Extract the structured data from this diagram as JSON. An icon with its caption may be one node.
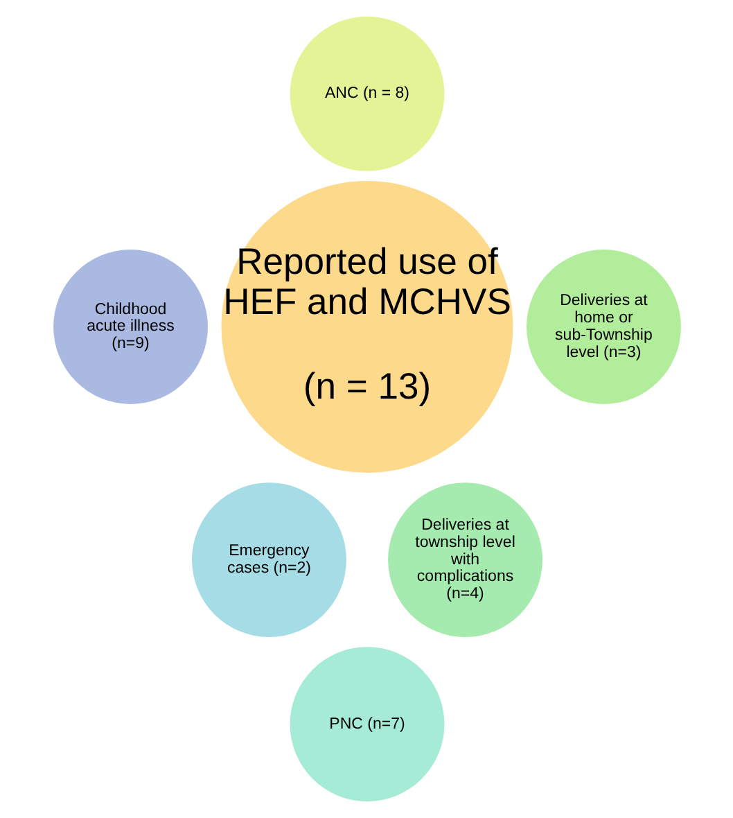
{
  "diagram": {
    "nodes": [
      {
        "text": [
          "Reported use of HEF and MCHVS",
          "(n = 13)"
        ]
      },
      {
        "text": [
          "ANC (n = 8)"
        ]
      },
      {
        "text": [
          "Deliveries at home or sub-Township level (n=3)"
        ]
      },
      {
        "text": [
          "Deliveries at township level with complications (n=4)"
        ]
      },
      {
        "text": [
          "PNC (n=7)"
        ]
      },
      {
        "text": [
          "Emergency cases (n=2)"
        ]
      },
      {
        "text": [
          "Childhood acute illness (n=9)"
        ]
      }
    ]
  }
}
